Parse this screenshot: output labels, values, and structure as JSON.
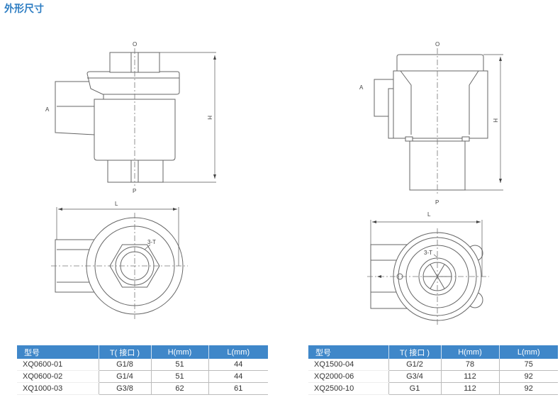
{
  "title": "外形尺寸",
  "drawing_labels": {
    "O": "O",
    "P": "P",
    "A": "A",
    "H": "H",
    "L": "L",
    "T": "3-T"
  },
  "tables": [
    {
      "headers": [
        "型号",
        "T( 接口 )",
        "H(mm)",
        "L(mm)"
      ],
      "rows": [
        [
          "XQ0600-01",
          "G1/8",
          "51",
          "44"
        ],
        [
          "XQ0600-02",
          "G1/4",
          "51",
          "44"
        ],
        [
          "XQ1000-03",
          "G3/8",
          "62",
          "61"
        ]
      ]
    },
    {
      "headers": [
        "型号",
        "T( 接口 )",
        "H(mm)",
        "L(mm)"
      ],
      "rows": [
        [
          "XQ1500-04",
          "G1/2",
          "78",
          "75"
        ],
        [
          "XQ2000-06",
          "G3/4",
          "112",
          "92"
        ],
        [
          "XQ2500-10",
          "G1",
          "112",
          "92"
        ]
      ]
    }
  ],
  "colors": {
    "title": "#2b7cc2",
    "header": "#3f87c9"
  }
}
